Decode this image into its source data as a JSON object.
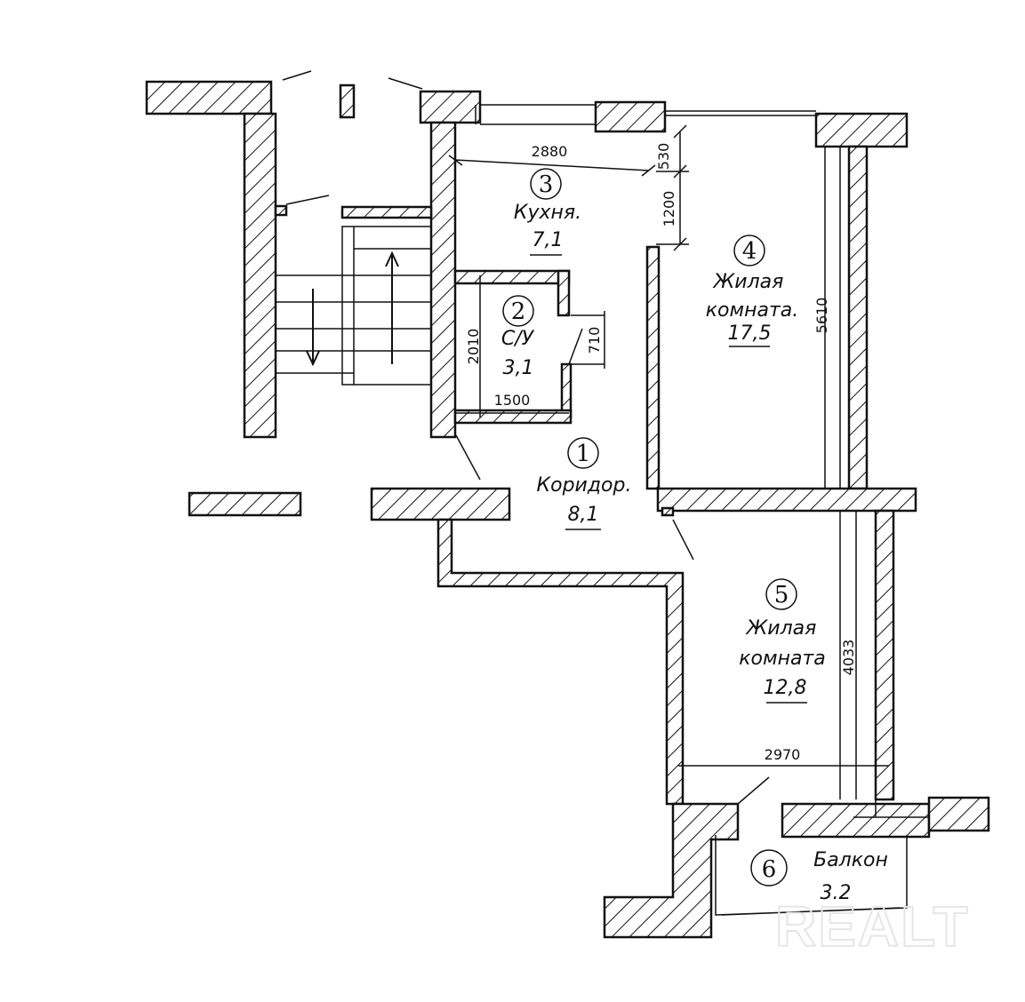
{
  "rooms": [
    {
      "number": "1",
      "name": "Коридор.",
      "area": "8,1"
    },
    {
      "number": "2",
      "name": "С/У",
      "area": "3,1"
    },
    {
      "number": "3",
      "name": "Кухня.",
      "area": "7,1"
    },
    {
      "number": "4",
      "name": "Жилая",
      "name2": "комната.",
      "area": "17,5"
    },
    {
      "number": "5",
      "name": "Жилая",
      "name2": "комната",
      "area": "12,8"
    },
    {
      "number": "6",
      "name": "Балкон",
      "area": "3.2"
    }
  ],
  "dimensions": {
    "kitchen_width": "2880",
    "window_offset": "530",
    "kitchen_wall": "1200",
    "room4_length": "5610",
    "bath_height": "2010",
    "bath_width": "1500",
    "bath_door": "710",
    "room5_length": "4033",
    "room5_width": "2970"
  },
  "watermark": "REALT",
  "colors": {
    "line": "#111111",
    "background": "#ffffff"
  }
}
